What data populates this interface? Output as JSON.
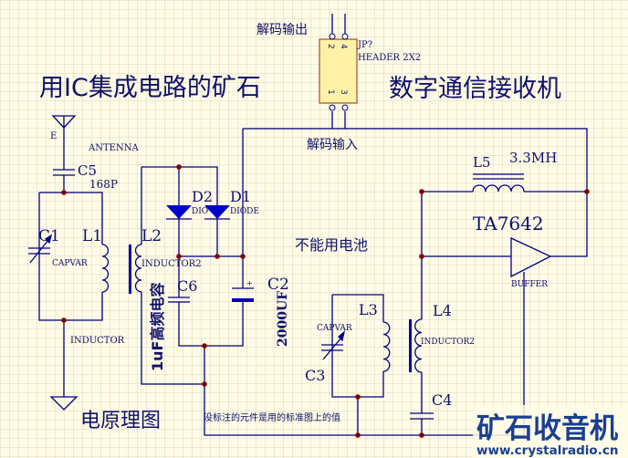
{
  "title_left": "用IC集成电路的矿石",
  "title_right": "数字通信接收机",
  "decode_output": "解码输出",
  "decode_input": "解码输入",
  "header": {
    "designator": "JP?",
    "type": "HEADER 2X2",
    "pins": [
      "2",
      "4",
      "1",
      "3"
    ]
  },
  "antenna": {
    "label": "E",
    "type": "ANTENNA"
  },
  "c5": {
    "name": "C5",
    "value": "168P"
  },
  "c1": {
    "name": "C1",
    "type": "CAPVAR"
  },
  "l1": {
    "name": "L1",
    "type": "INDUCTOR"
  },
  "l2": {
    "name": "L2",
    "type": "INDUCTOR2"
  },
  "d2": {
    "name": "D2",
    "type": "DIO"
  },
  "d1": {
    "name": "D1",
    "type": "DIODE"
  },
  "c6": {
    "name": "C6",
    "value": "1uF高频电容"
  },
  "c2": {
    "name": "C2",
    "value": "2000UF"
  },
  "l5": {
    "name": "L5",
    "value": "3.3MH"
  },
  "ic": {
    "name": "TA7642",
    "type": "BUFFER"
  },
  "no_battery": "不能用电池",
  "l3": {
    "name": "L3"
  },
  "c3": {
    "name": "C3",
    "type": "CAPVAR"
  },
  "l4": {
    "name": "L4",
    "type": "INDUCTOR2"
  },
  "c4": {
    "name": "C4"
  },
  "diagram_label": "电原理图",
  "note": "没标注的元件是用的标准图上的值",
  "logo": {
    "text": "矿石收音机",
    "url": "www.crystalradio.cn"
  },
  "colors": {
    "wire": "#000080",
    "junction": "#800000",
    "logo": "#1a3f8f",
    "header_fill": "#fff2a8"
  }
}
